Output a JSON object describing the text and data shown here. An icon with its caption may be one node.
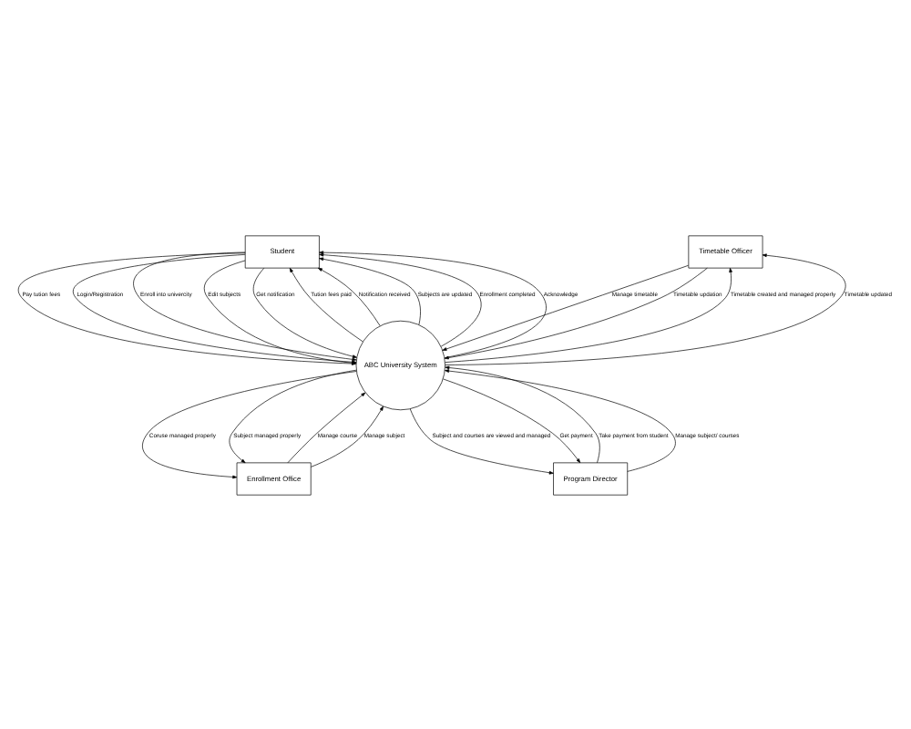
{
  "diagram": {
    "nodes": [
      {
        "text": [
          "Student"
        ]
      },
      {
        "text": [
          "ABC University System"
        ]
      },
      {
        "text": [
          "Timetable Officer"
        ]
      },
      {
        "text": [
          "Enrollment Office"
        ]
      },
      {
        "text": [
          "Program Director"
        ]
      }
    ],
    "edges": [
      {
        "from": 0,
        "to": 1,
        "arrow": "to",
        "label": "Pay tution fees"
      },
      {
        "from": 0,
        "to": 1,
        "arrow": "to",
        "label": "Login/Registration"
      },
      {
        "from": 0,
        "to": 1,
        "arrow": "to",
        "label": "Enroll into univercity"
      },
      {
        "from": 0,
        "to": 1,
        "arrow": "to",
        "label": "Edit subjects"
      },
      {
        "from": 0,
        "to": 1,
        "arrow": "to",
        "label": "Get notification"
      },
      {
        "from": 1,
        "to": 0,
        "arrow": "to",
        "label": "Tution fees paid"
      },
      {
        "from": 1,
        "to": 0,
        "arrow": "to",
        "label": "Notification received"
      },
      {
        "from": 1,
        "to": 0,
        "arrow": "to",
        "label": "Subjects are updated"
      },
      {
        "from": 1,
        "to": 0,
        "arrow": "to",
        "label": "Enrollment completed"
      },
      {
        "from": 1,
        "to": 0,
        "arrow": "to",
        "label": "Acknowledge"
      },
      {
        "from": 2,
        "to": 1,
        "arrow": "to",
        "label": "Manage timetable"
      },
      {
        "from": 2,
        "to": 1,
        "arrow": "to",
        "label": "Timetable updation"
      },
      {
        "from": 1,
        "to": 2,
        "arrow": "to",
        "label": "Timetable created and managed properly"
      },
      {
        "from": 1,
        "to": 2,
        "arrow": "to",
        "label": "Timetable updated"
      },
      {
        "from": 1,
        "to": 3,
        "arrow": "to",
        "label": "Coruse managed properly"
      },
      {
        "from": 1,
        "to": 3,
        "arrow": "to",
        "label": "Subject managed properly"
      },
      {
        "from": 3,
        "to": 1,
        "arrow": "to",
        "label": "Manage course"
      },
      {
        "from": 3,
        "to": 1,
        "arrow": "to",
        "label": "Manage subject"
      },
      {
        "from": 1,
        "to": 4,
        "arrow": "to",
        "label": "Subject and courses are viewed and managed"
      },
      {
        "from": 1,
        "to": 4,
        "arrow": "to",
        "label": "Get payment"
      },
      {
        "from": 4,
        "to": 1,
        "arrow": "to",
        "label": "Take payment from student"
      },
      {
        "from": 4,
        "to": 1,
        "arrow": "to",
        "label": "Manage subject/ courses"
      }
    ]
  }
}
